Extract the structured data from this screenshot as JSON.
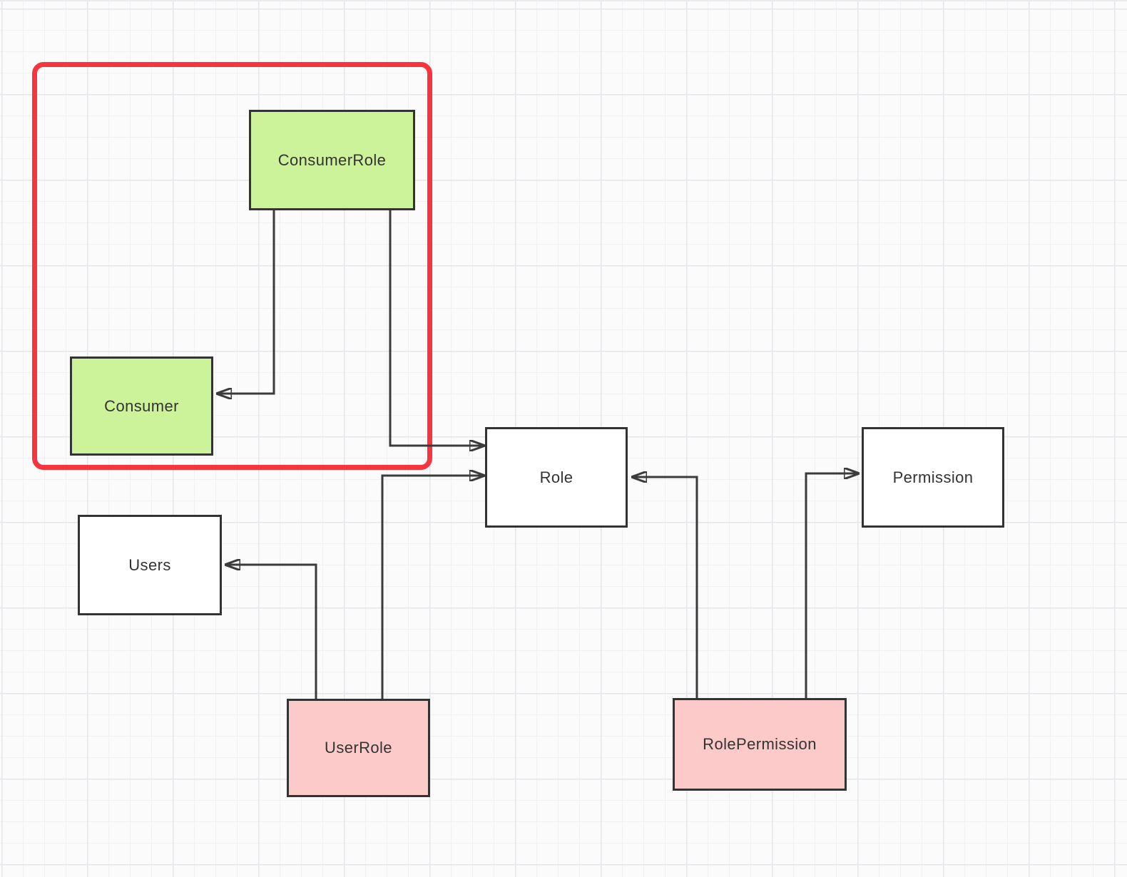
{
  "diagram": {
    "nodes": [
      {
        "id": "consumer-role",
        "label": "ConsumerRole",
        "fill": "#ccf29a"
      },
      {
        "id": "consumer",
        "label": "Consumer",
        "fill": "#ccf29a"
      },
      {
        "id": "role",
        "label": "Role",
        "fill": "#ffffff"
      },
      {
        "id": "permission",
        "label": "Permission",
        "fill": "#ffffff"
      },
      {
        "id": "users",
        "label": "Users",
        "fill": "#ffffff"
      },
      {
        "id": "user-role",
        "label": "UserRole",
        "fill": "#fccbc9"
      },
      {
        "id": "role-permission",
        "label": "RolePermission",
        "fill": "#fccbc9"
      }
    ],
    "edges": [
      {
        "from": "ConsumerRole",
        "to": "Consumer"
      },
      {
        "from": "ConsumerRole",
        "to": "Role"
      },
      {
        "from": "UserRole",
        "to": "Role"
      },
      {
        "from": "UserRole",
        "to": "Users"
      },
      {
        "from": "RolePermission",
        "to": "Role"
      },
      {
        "from": "RolePermission",
        "to": "Permission"
      }
    ],
    "highlight": {
      "shape": "rounded-rectangle",
      "color": "#f8353f",
      "encloses": [
        "ConsumerRole",
        "Consumer"
      ]
    },
    "colors": {
      "node_border": "#333333",
      "edge": "#3b3b3b",
      "green_fill": "#ccf29a",
      "pink_fill": "#fccbc9",
      "highlight_red": "#f8353f",
      "canvas": "#fbfbfc",
      "grid_minor": "#f1f1f4",
      "grid_major": "#e4e4e9"
    }
  }
}
